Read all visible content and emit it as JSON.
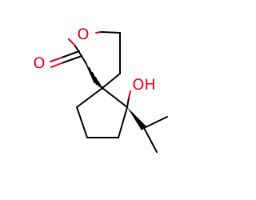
{
  "molecule": {
    "atoms": {
      "ring_oxygen": {
        "label": "O",
        "color": "#e8001c"
      },
      "carbonyl_oxygen": {
        "label": "O",
        "color": "#e8001c"
      },
      "hydroxyl": {
        "label": "OH",
        "color": "#e8001c"
      }
    },
    "bond_color": "#000000"
  }
}
